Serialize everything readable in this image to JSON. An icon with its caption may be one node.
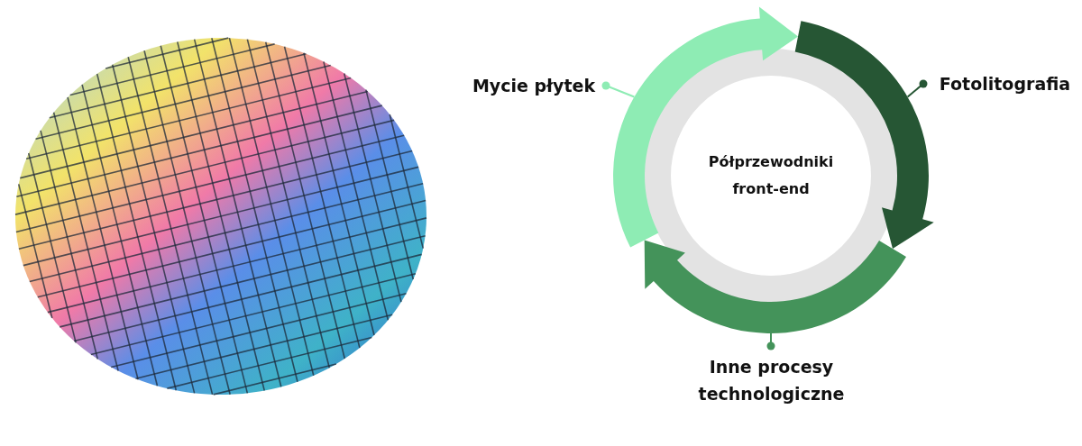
{
  "diagram": {
    "nodes": [
      {
        "text": [
          "Półprzewodniki front-end"
        ]
      },
      {
        "text": [],
        "shape": "arrow"
      },
      {
        "text": [],
        "shape": "arrow"
      },
      {
        "text": [],
        "shape": "arrow"
      },
      {
        "text": [
          "Mycie płytek"
        ]
      },
      {
        "text": [
          "Fotolitografia"
        ]
      },
      {
        "text": [
          "Inne procesy technologiczne"
        ]
      }
    ],
    "edges": [
      {
        "from": 4,
        "to": 1,
        "arrow": "other",
        "color": "#8eecb4"
      },
      {
        "from": 5,
        "to": 2,
        "arrow": "other",
        "color": "#265634"
      },
      {
        "from": 6,
        "to": 3,
        "arrow": "other",
        "color": "#44935a"
      }
    ]
  }
}
